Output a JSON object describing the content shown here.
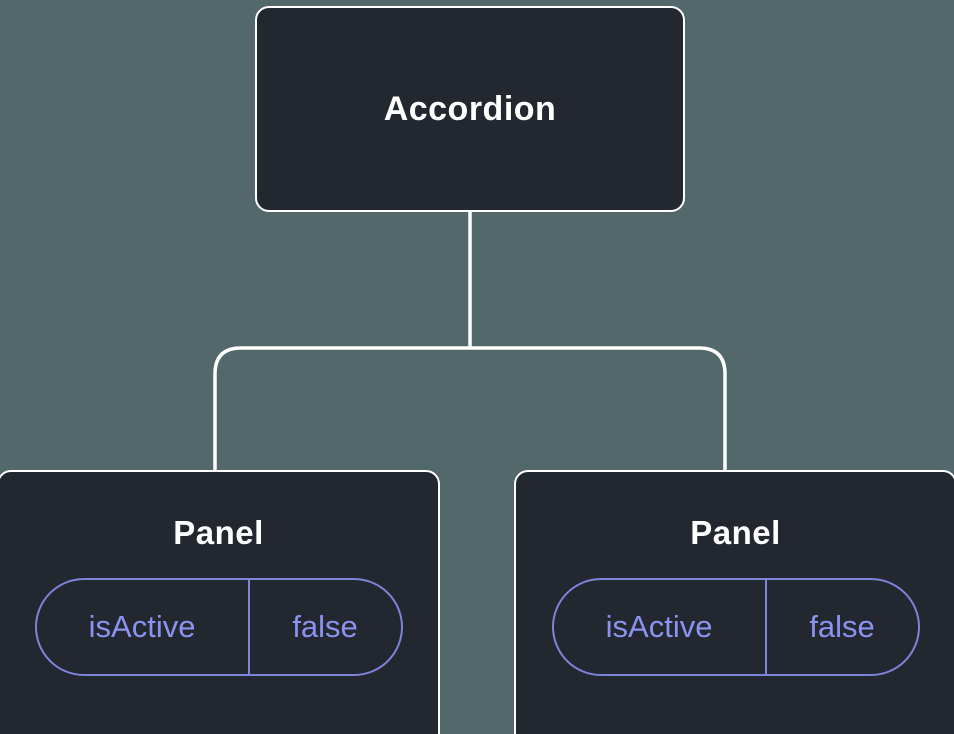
{
  "diagram": {
    "root": {
      "label": "Accordion"
    },
    "panels": [
      {
        "label": "Panel",
        "state": {
          "key": "isActive",
          "value": "false"
        }
      },
      {
        "label": "Panel",
        "state": {
          "key": "isActive",
          "value": "false"
        }
      }
    ],
    "colors": {
      "background": "#52686b",
      "node_fill": "#23272f",
      "node_border": "#ffffff",
      "connector": "#ffffff",
      "state_accent": "#8b93f0",
      "state_border": "#7d84da"
    }
  }
}
